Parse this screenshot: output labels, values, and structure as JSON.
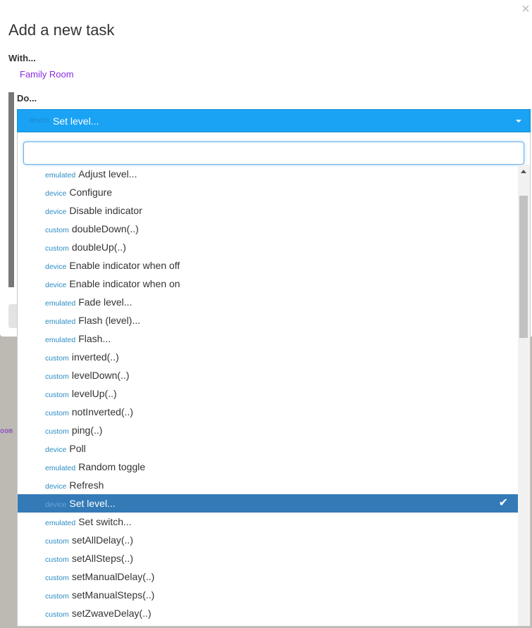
{
  "background_code": "oom F",
  "modal": {
    "close_symbol": "×",
    "title": "Add a new task",
    "with_label": "With...",
    "device_name": "Family Room",
    "do_label": "Do..."
  },
  "select": {
    "category": "device",
    "value": "Set level..."
  },
  "search": {
    "value": "",
    "placeholder": ""
  },
  "options": [
    {
      "category": "emulated",
      "label": "Adjust level..."
    },
    {
      "category": "device",
      "label": "Configure"
    },
    {
      "category": "device",
      "label": "Disable indicator"
    },
    {
      "category": "custom",
      "label": "doubleDown(..)"
    },
    {
      "category": "custom",
      "label": "doubleUp(..)"
    },
    {
      "category": "device",
      "label": "Enable indicator when off"
    },
    {
      "category": "device",
      "label": "Enable indicator when on"
    },
    {
      "category": "emulated",
      "label": "Fade level..."
    },
    {
      "category": "emulated",
      "label": "Flash (level)..."
    },
    {
      "category": "emulated",
      "label": "Flash..."
    },
    {
      "category": "custom",
      "label": "inverted(..)"
    },
    {
      "category": "custom",
      "label": "levelDown(..)"
    },
    {
      "category": "custom",
      "label": "levelUp(..)"
    },
    {
      "category": "custom",
      "label": "notInverted(..)"
    },
    {
      "category": "custom",
      "label": "ping(..)"
    },
    {
      "category": "device",
      "label": "Poll"
    },
    {
      "category": "emulated",
      "label": "Random toggle"
    },
    {
      "category": "device",
      "label": "Refresh"
    },
    {
      "category": "device",
      "label": "Set level...",
      "selected": true
    },
    {
      "category": "emulated",
      "label": "Set switch..."
    },
    {
      "category": "custom",
      "label": "setAllDelay(..)"
    },
    {
      "category": "custom",
      "label": "setAllSteps(..)"
    },
    {
      "category": "custom",
      "label": "setManualDelay(..)"
    },
    {
      "category": "custom",
      "label": "setManualSteps(..)"
    },
    {
      "category": "custom",
      "label": "setZwaveDelay(..)"
    }
  ],
  "selected_check": "✔",
  "colors": {
    "select_bg": "#1aa3f5",
    "selected_row_bg": "#337ab7",
    "category_text": "#2b8cc4",
    "device_link": "#8a2be2"
  }
}
